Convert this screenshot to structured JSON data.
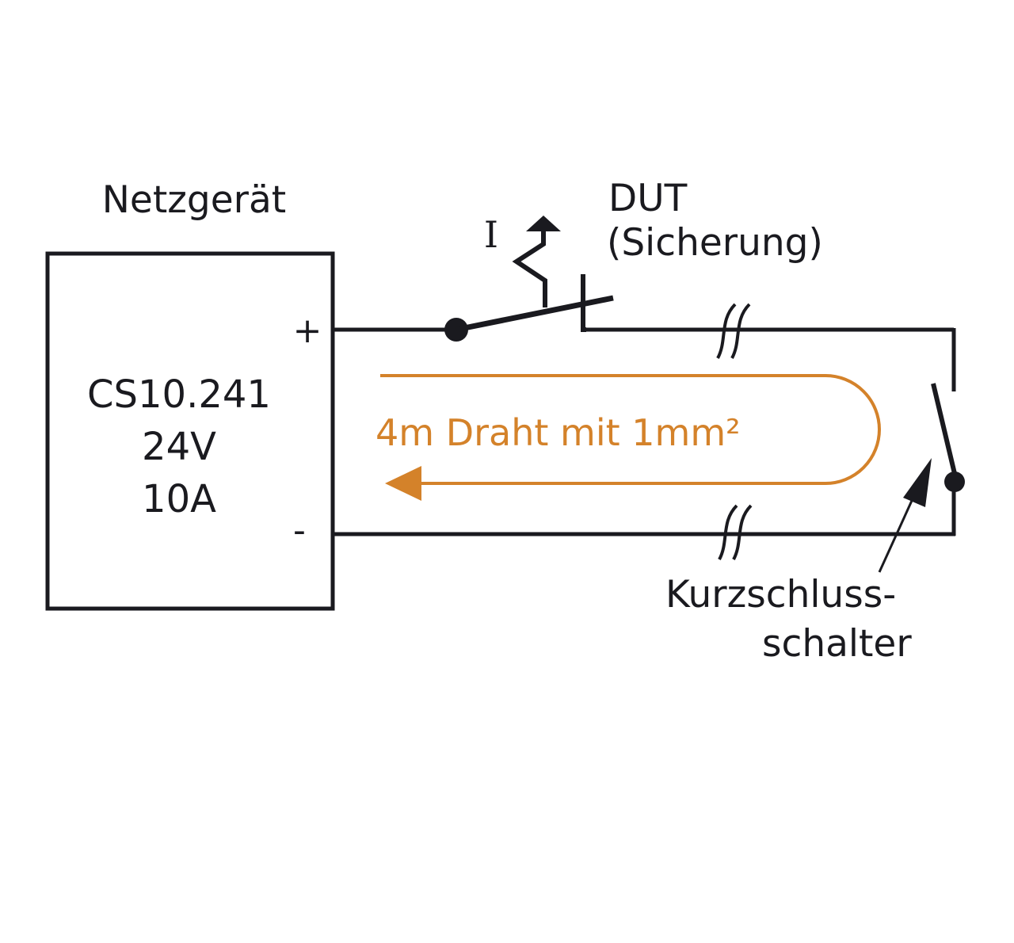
{
  "power_supply": {
    "title": "Netzgerät",
    "model": "CS10.241",
    "voltage": "24V",
    "current": "10A",
    "plus_terminal": "+",
    "minus_terminal": "-"
  },
  "dut": {
    "line1": "DUT",
    "line2": "(Sicherung)",
    "current_symbol": "I"
  },
  "wire": {
    "label": "4m Draht mit 1mm²"
  },
  "short_switch": {
    "line1": "Kurzschluss-",
    "line2": "schalter"
  },
  "colors": {
    "line": "#1a1a1f",
    "accent": "#d4822a"
  }
}
